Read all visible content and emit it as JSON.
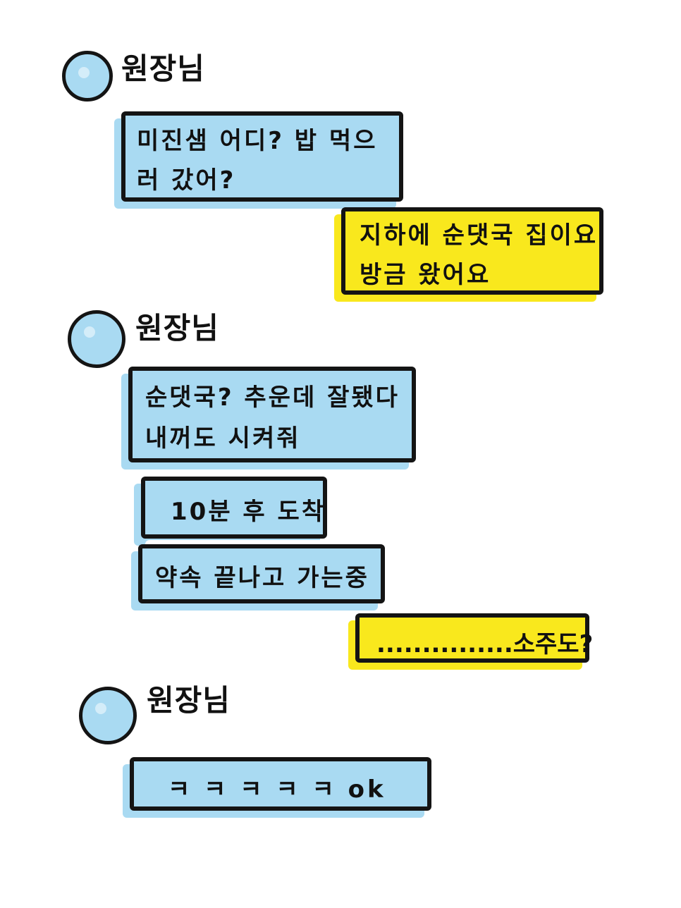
{
  "colors": {
    "incoming_bubble": "#a9daf2",
    "outgoing_bubble": "#f9e81d",
    "outline": "#141414",
    "background": "#ffffff"
  },
  "messages": [
    {
      "sender": "원장님",
      "side": "left",
      "avatar": "avatar-circle",
      "bubbles": [
        {
          "lines": [
            "미진샘 어디? 밥 먹으",
            "러 갔어?"
          ]
        }
      ]
    },
    {
      "sender": "me",
      "side": "right",
      "bubbles": [
        {
          "lines": [
            "지하에 순댓국 집이요",
            "방금 왔어요"
          ]
        }
      ]
    },
    {
      "sender": "원장님",
      "side": "left",
      "avatar": "avatar-circle",
      "bubbles": [
        {
          "lines": [
            "순댓국? 추운데 잘됐다",
            "내꺼도 시켜줘"
          ]
        },
        {
          "lines": [
            "10분 후 도착"
          ]
        },
        {
          "lines": [
            "약속 끝나고 가는중"
          ]
        }
      ]
    },
    {
      "sender": "me",
      "side": "right",
      "bubbles": [
        {
          "lines": [
            "...............소주도?"
          ]
        }
      ]
    },
    {
      "sender": "원장님",
      "side": "left",
      "avatar": "avatar-circle",
      "bubbles": [
        {
          "lines": [
            "ㅋ ㅋ ㅋ ㅋ ㅋ ok"
          ]
        }
      ]
    }
  ]
}
